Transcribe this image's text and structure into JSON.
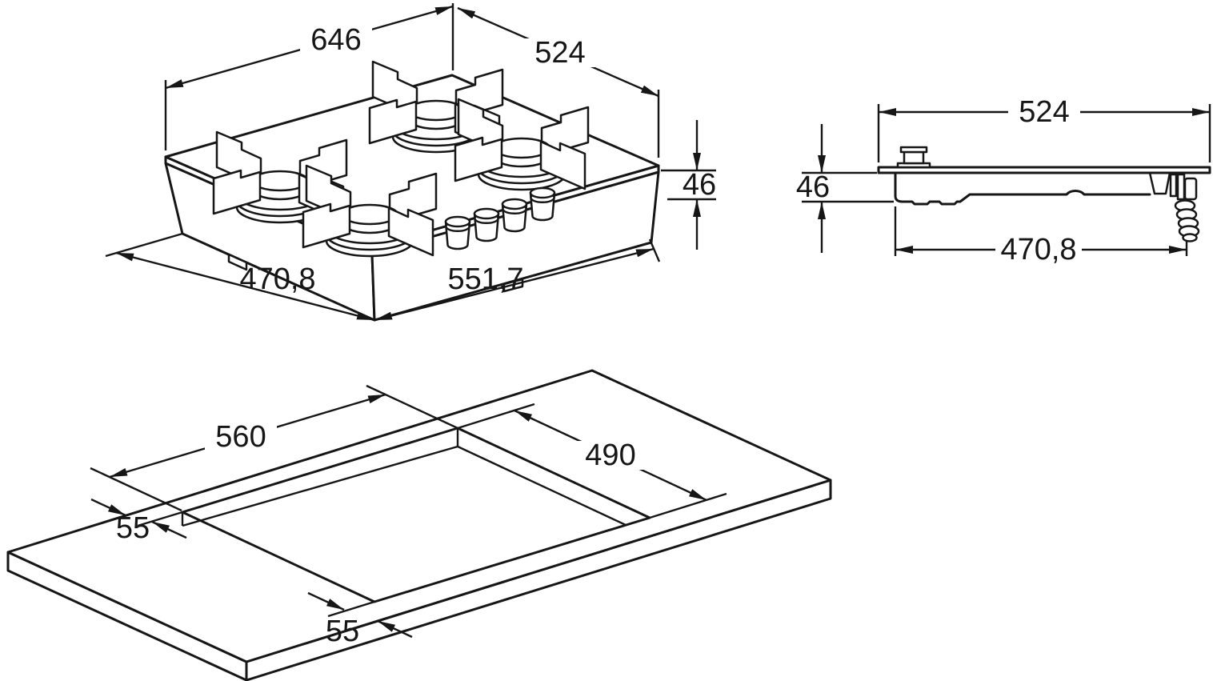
{
  "drawing": {
    "kind": "appliance installation technical drawing",
    "product": "4-burner built-in gas hob",
    "colors": {
      "background": "#ffffff",
      "line": "#161616"
    },
    "views": {
      "isometric": {
        "title": "hob isometric view",
        "burner_count": 4,
        "knob_count": 4,
        "dims": {
          "width": "646",
          "depth": "524",
          "height": "46",
          "body_depth": "470,8",
          "body_width": "551,7"
        }
      },
      "side": {
        "title": "hob side profile view",
        "dims": {
          "depth": "524",
          "height": "46",
          "body_depth": "470,8"
        }
      },
      "cutout": {
        "title": "worktop cutout isometric view",
        "dims": {
          "width": "560",
          "depth": "490",
          "clearance_back": "55",
          "clearance_front": "55"
        }
      }
    }
  }
}
